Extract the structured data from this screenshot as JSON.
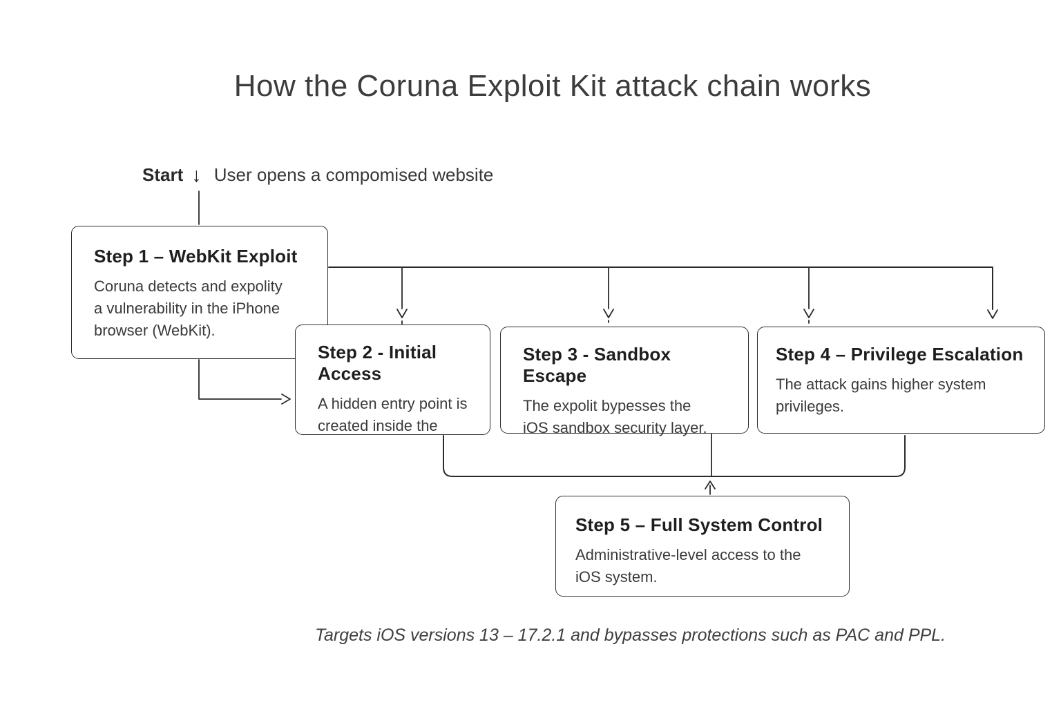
{
  "title": "How the Coruna Exploit Kit attack chain works",
  "start": {
    "label": "Start",
    "arrow_glyph": "↓",
    "text": "User opens a compomised website"
  },
  "steps": [
    {
      "heading": "Step 1 – WebKit Exploit",
      "body": "Coruna detects and expolity\na vulnerability in the iPhone\nbrowser (WebKit)."
    },
    {
      "heading": "Step 2 - Initial Access",
      "body": "A hidden entry point is\ncreated inside the"
    },
    {
      "heading": "Step 3 - Sandbox Escape",
      "body": "The expolit bypesses the\niOS sandbox security layer."
    },
    {
      "heading": "Step 4 – Privilege Escalation",
      "body": "The attack gains higher system\nprivileges."
    },
    {
      "heading": "Step 5 – Full System Control",
      "body": "Administrative-level access to the\niOS system."
    }
  ],
  "footer": "Targets iOS versions 13 – 17.2.1 and bypasses protections such as PAC and PPL.",
  "colors": {
    "stroke": "#2a2a2a",
    "heading_text": "#1e1e1e",
    "body_text": "#3a3a3a",
    "background": "#ffffff"
  }
}
